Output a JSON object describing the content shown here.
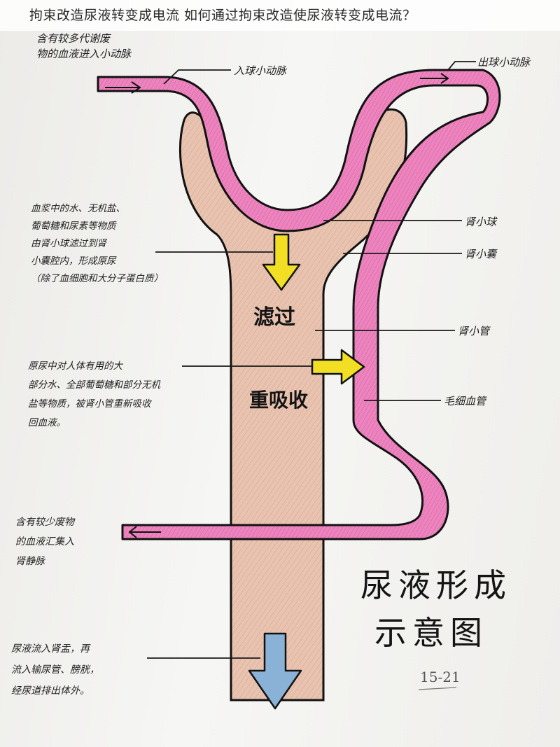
{
  "header": {
    "title": "拘束改造尿液转变成电流 如何通过拘束改造使尿液转变成电流？"
  },
  "diagram": {
    "title_line1": "尿液形成",
    "title_line2": "示意图",
    "page_number": "15-21",
    "process_filter": "滤过",
    "process_reabsorb": "重吸收",
    "labels": {
      "afferent_arteriole": "入球小动脉",
      "efferent_arteriole": "出球小动脉",
      "glomerulus": "肾小球",
      "capsule": "肾小囊",
      "tubule": "肾小管",
      "capillary": "毛细血管"
    },
    "notes": {
      "top_left": "含有较多代谢废\n物的血液进入小动脉",
      "filtration": "血浆中的水、无机盐、\n葡萄糖和尿素等物质\n由肾小球滤过到肾\n小囊腔内，形成原尿\n（除了血细胞和大分子蛋白质）",
      "reabsorption": "原尿中对人体有用的大\n部分水、全部葡萄糖和部分无机\n盐等物质，被肾小管重新吸收\n回血液。",
      "vein": "含有较少废物\n的血液汇集入\n肾静脉",
      "outflow": "尿液流入肾盂，再\n流入输尿管、膀胱，\n经尿道排出体外。"
    },
    "colors": {
      "vessel": "#e979b8",
      "vessel_outline": "#121212",
      "tissue": "#e8c2ae",
      "arrow_yellow": "#f2df24",
      "arrow_blue": "#8ab2d6"
    }
  }
}
